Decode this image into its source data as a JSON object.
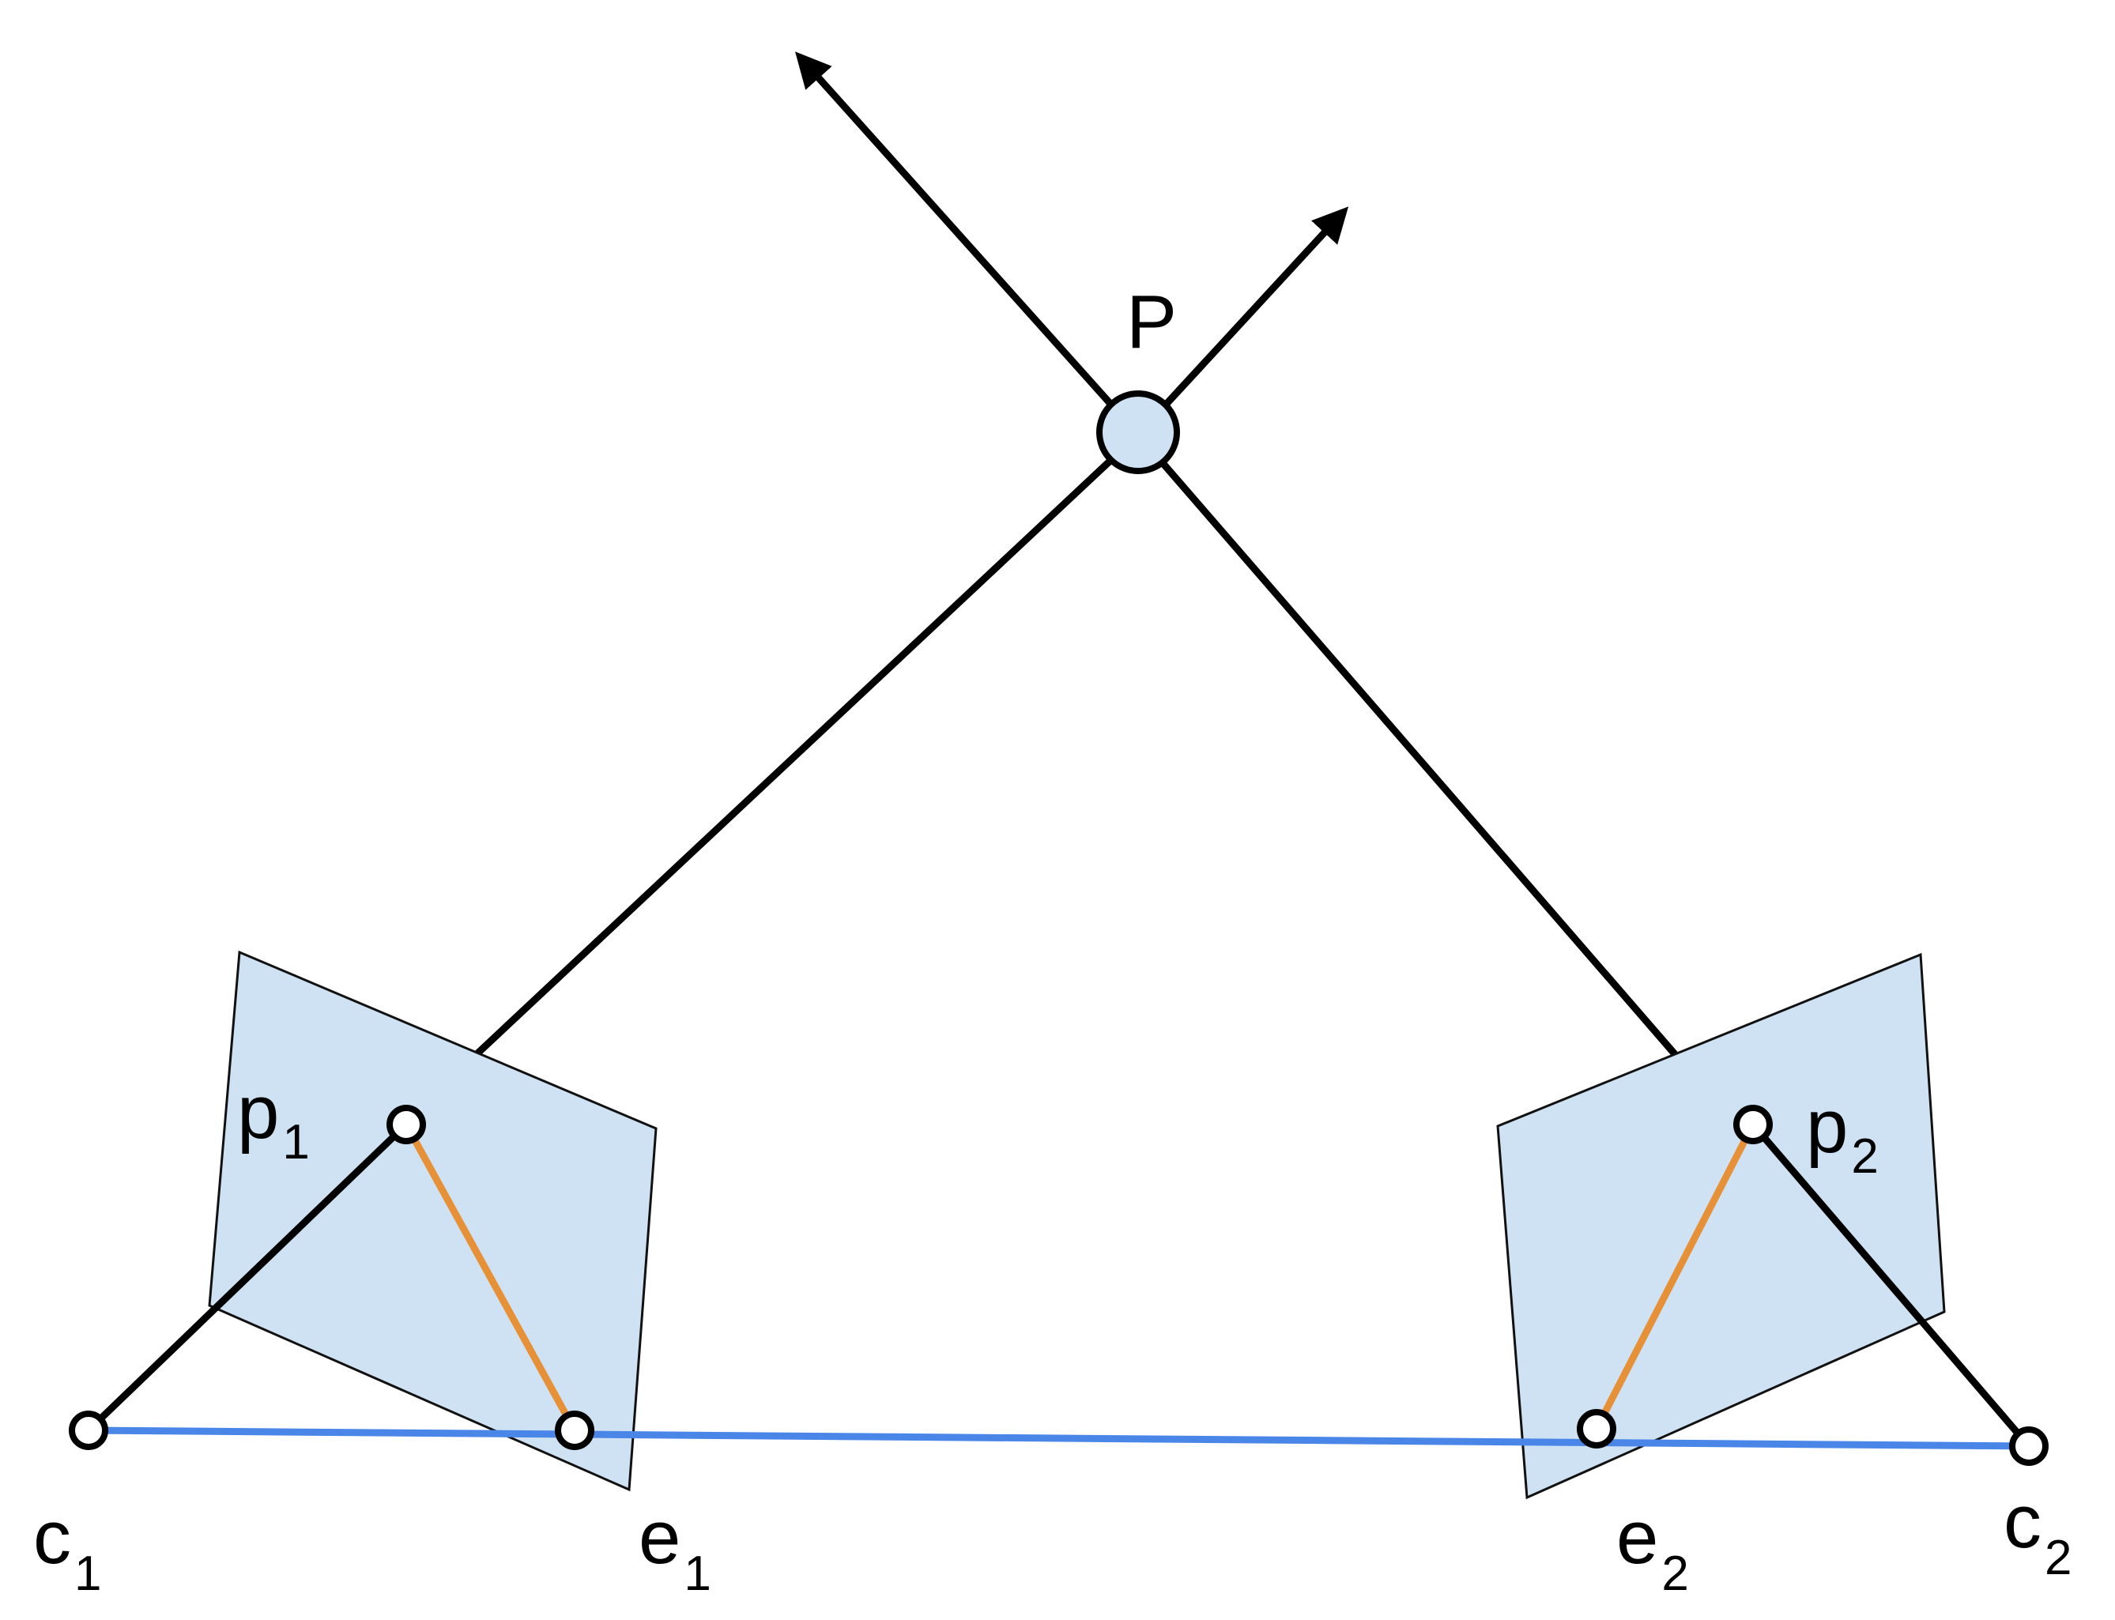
{
  "labels": {
    "P": "P",
    "p1": {
      "base": "p",
      "sub": "1"
    },
    "p2": {
      "base": "p",
      "sub": "2"
    },
    "c1": {
      "base": "c",
      "sub": "1"
    },
    "c2": {
      "base": "c",
      "sub": "2"
    },
    "e1": {
      "base": "e",
      "sub": "1"
    },
    "e2": {
      "base": "e",
      "sub": "2"
    }
  },
  "colors": {
    "image_plane_fill": "#cfe2f3",
    "point_fill": "#cfe2f3",
    "ray": "#000000",
    "epipolar_line": "#e69138",
    "baseline": "#4a86e8"
  }
}
